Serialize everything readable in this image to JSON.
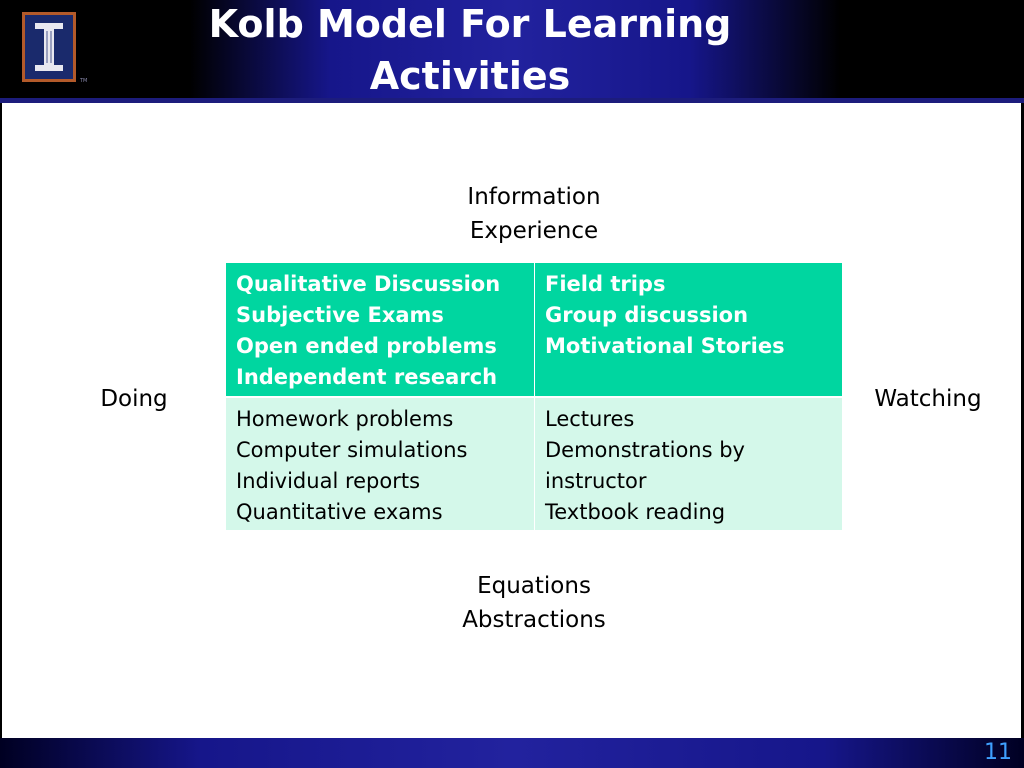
{
  "header": {
    "title": "Kolb Model For Learning Activities",
    "logo_icon": "illinois-block-i-icon"
  },
  "axes": {
    "top": [
      "Information",
      "Experience"
    ],
    "bottom": [
      "Equations",
      "Abstractions"
    ],
    "left": "Doing",
    "right": "Watching"
  },
  "quadrants": {
    "top_left": [
      "Qualitative Discussion",
      "Subjective Exams",
      "Open ended problems",
      "Independent research"
    ],
    "top_right": [
      "Field trips",
      "Group discussion",
      "Motivational Stories"
    ],
    "bottom_left": [
      "Homework problems",
      "Computer simulations",
      "Individual reports",
      "Quantitative exams"
    ],
    "bottom_right": [
      "Lectures",
      "Demonstrations by",
      "instructor",
      "Textbook reading"
    ]
  },
  "footer": {
    "page_number": "11"
  },
  "colors": {
    "header_blue": "#22229e",
    "quadrant_dark": "#00d6a0",
    "quadrant_light": "#d4f8ea",
    "page_number": "#3fa0ff"
  }
}
